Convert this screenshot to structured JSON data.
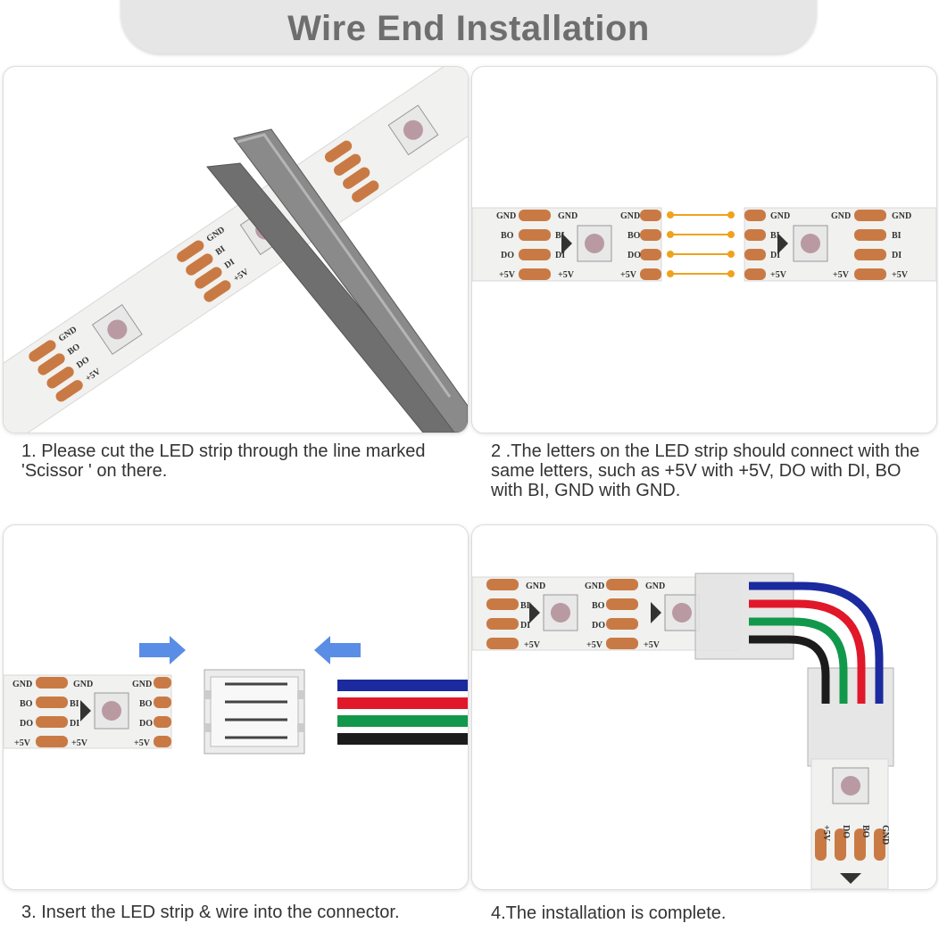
{
  "header": {
    "title": "Wire End Installation"
  },
  "steps": [
    {
      "caption": "1. Please cut the LED strip through the line marked 'Scissor ' on there."
    },
    {
      "caption": "2 .The letters on the LED strip should connect with the same letters, such as +5V with +5V, DO with DI, BO with BI, GND with GND."
    },
    {
      "caption": "3. Insert the LED strip & wire into the connector."
    },
    {
      "caption": "4.The installation is complete."
    }
  ],
  "labels": {
    "gnd": "GND",
    "bo": "BO",
    "bi": "BI",
    "do": "DO",
    "di": "DI",
    "v5": "+5V"
  },
  "colors": {
    "pad": "#c97a44",
    "strip": "#f1f1ef",
    "wire_yellow": "#f0a21c",
    "arrow": "#5a8de6",
    "blue": "#1b2a9e",
    "red": "#e0182a",
    "green": "#12984a",
    "black": "#1c1c1c"
  }
}
